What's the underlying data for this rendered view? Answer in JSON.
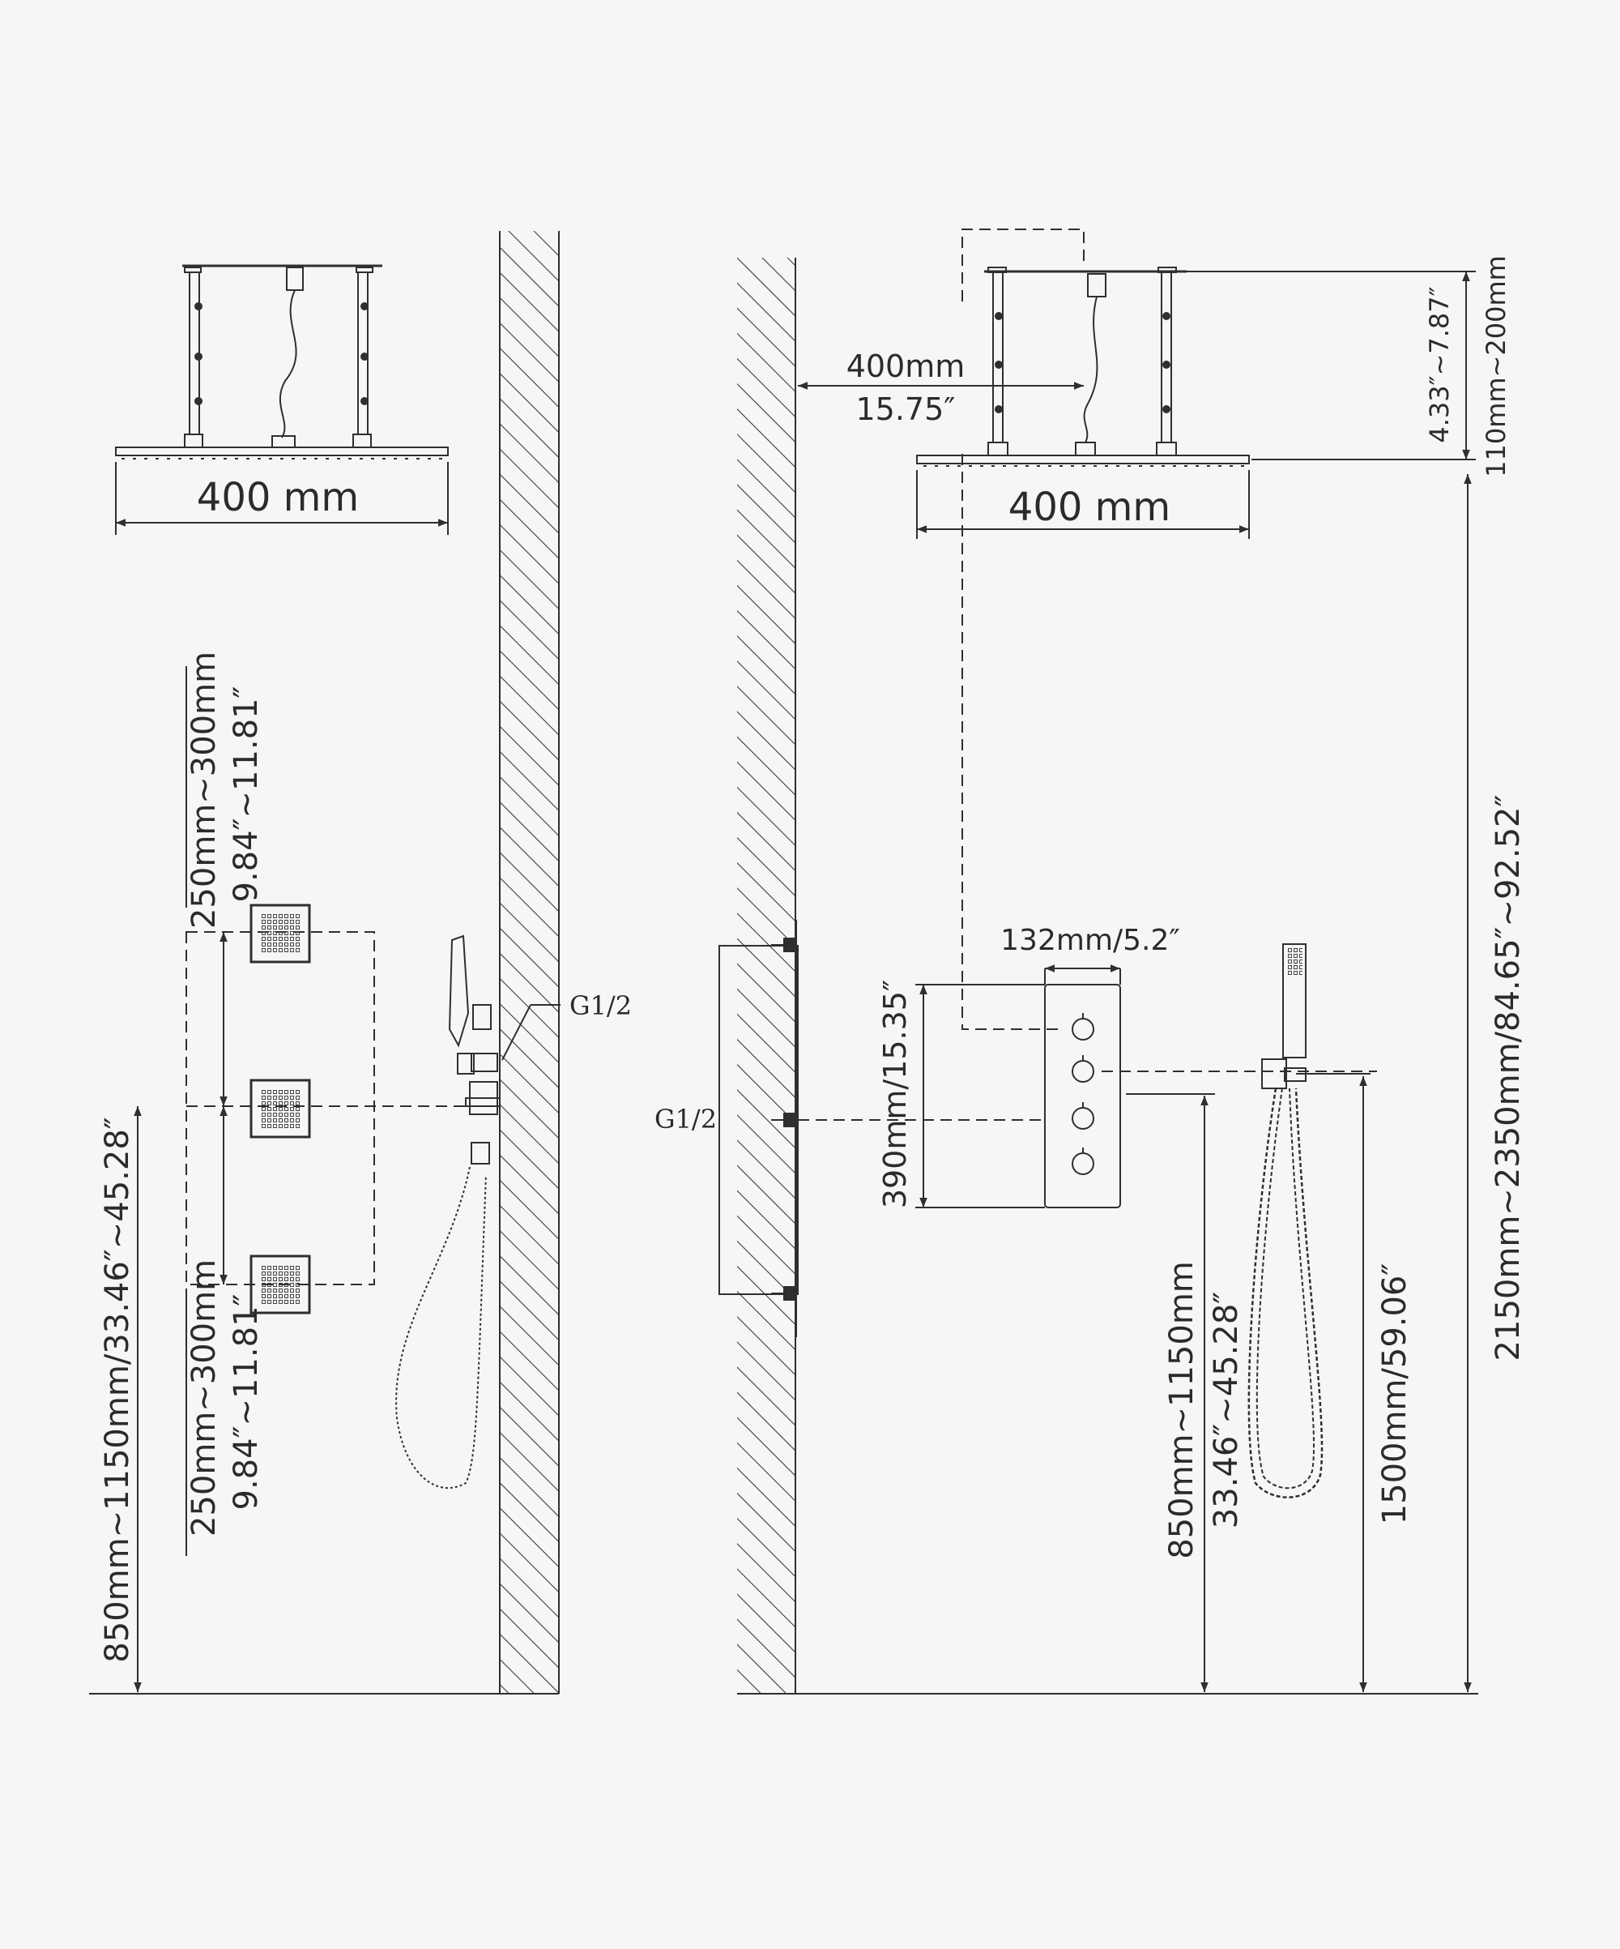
{
  "left_view": {
    "rain_width": "400 mm",
    "body_spacing_top_mm": "250mm~300mm",
    "body_spacing_top_in": "9.84″~11.81″",
    "body_spacing_bottom_mm": "250mm~300mm",
    "body_spacing_bottom_in": "9.84″~11.81″",
    "valve_height": "850mm~1150mm/33.46″~45.28″",
    "thread": "G1/2"
  },
  "right_view": {
    "arm_length_mm": "400mm",
    "arm_length_in": "15.75″",
    "rain_width": "400 mm",
    "ceiling_drop_in": "4.33″~7.87″",
    "ceiling_drop_mm": "110mm~200mm",
    "total_height": "2150mm~2350mm/84.65″~92.52″",
    "panel_width": "132mm/5.2″",
    "panel_height": "390mm/15.35″",
    "thread": "G1/2",
    "outlet_height_mm": "850mm~1150mm",
    "outlet_height_in": "33.46″~45.28″",
    "holder_height": "1500mm/59.06″"
  },
  "colors": {
    "background": "#f7f6f5",
    "line": "#2f2f2f",
    "hatch": "#3a3a3a"
  }
}
